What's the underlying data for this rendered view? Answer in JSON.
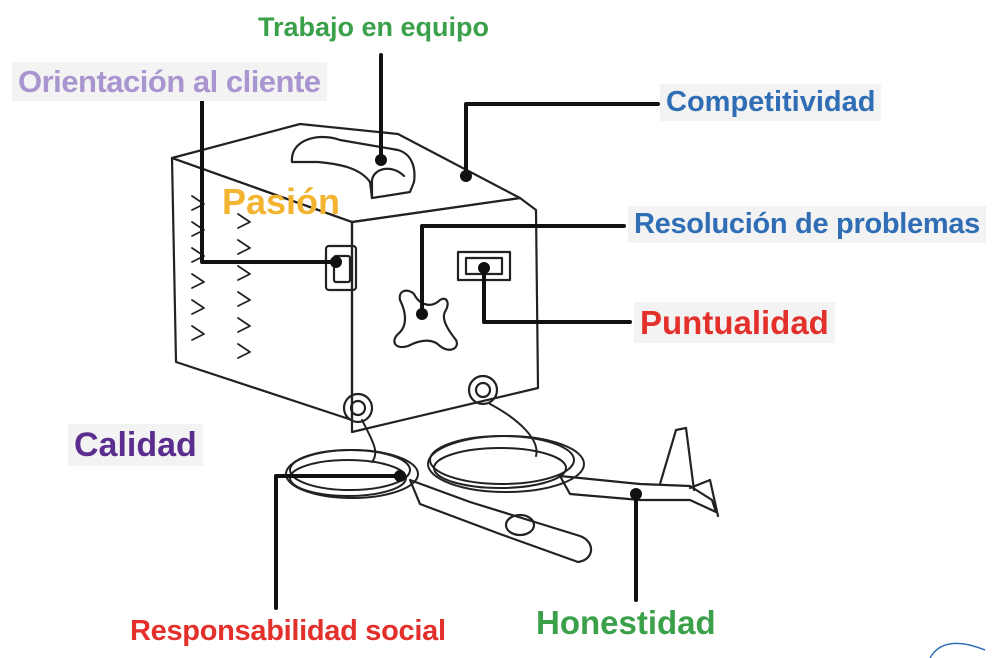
{
  "diagram": {
    "subject": "welding machine with two cables and clamps",
    "labels": {
      "trabajo": {
        "text": "Trabajo en equipo",
        "color": "#3aa14a"
      },
      "orientacion": {
        "text": "Orientación al cliente",
        "color": "#a995cf"
      },
      "competitividad": {
        "text": "Competitividad",
        "color": "#2f6eb5"
      },
      "pasion": {
        "text": "Pasión",
        "color": "#f2b431"
      },
      "resolucion": {
        "text": "Resolución de problemas",
        "color": "#2f6eb5"
      },
      "puntualidad": {
        "text": "Puntualidad",
        "color": "#e3302b"
      },
      "calidad": {
        "text": "Calidad",
        "color": "#5b2d8e"
      },
      "responsabilidad": {
        "text": "Responsabilidad social",
        "color": "#e3302b"
      },
      "honestidad": {
        "text": "Honestidad",
        "color": "#3aa14a"
      }
    },
    "line_color": "#111111"
  }
}
